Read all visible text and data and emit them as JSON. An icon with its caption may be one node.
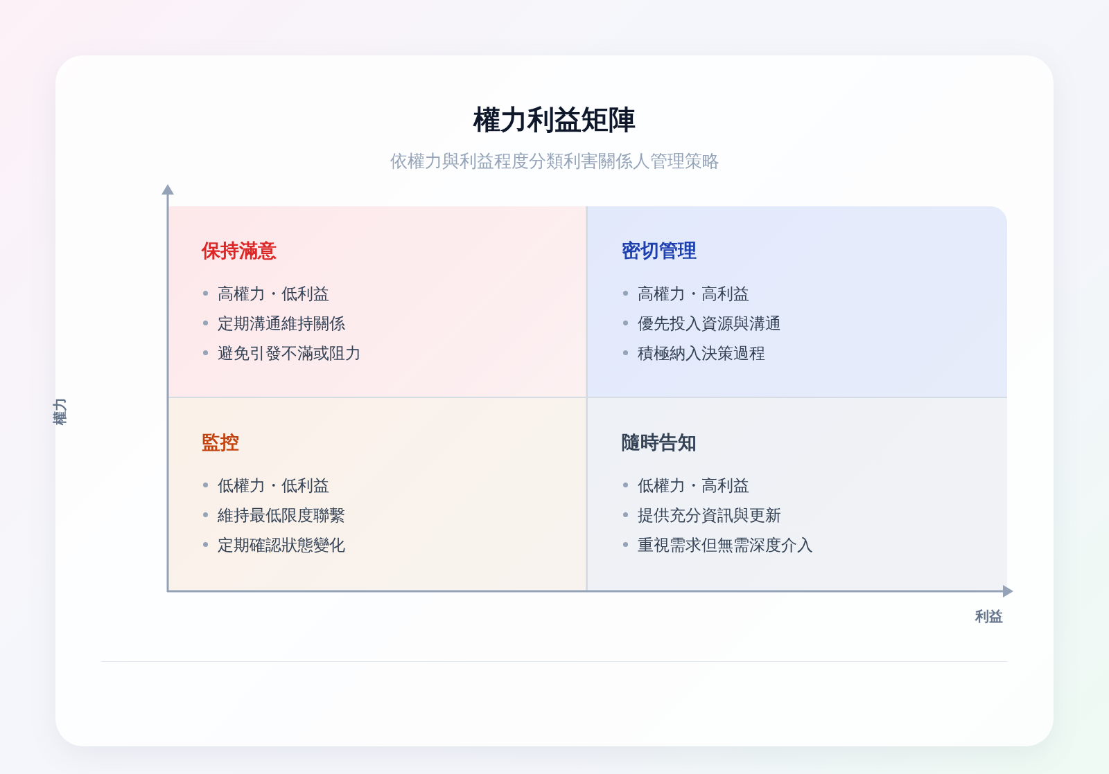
{
  "diagram": {
    "title": "權力利益矩陣",
    "caption": "依權力與利益程度分類利害關係人管理策略",
    "nodes": [
      {
        "text": [
          "保持滿意",
          "高權力・低利益",
          "定期溝通維持關係",
          "避免引發不滿或阻力"
        ]
      },
      {
        "text": [
          "密切管理",
          "高權力・高利益",
          "優先投入資源與溝通",
          "積極納入決策過程"
        ]
      },
      {
        "text": [
          "監控",
          "低權力・低利益",
          "維持最低限度聯繫",
          "定期確認狀態變化"
        ]
      },
      {
        "text": [
          "隨時告知",
          "低權力・高利益",
          "提供充分資訊與更新",
          "重視需求但無需深度介入"
        ]
      }
    ],
    "labels": [
      "權力",
      "利益"
    ]
  }
}
